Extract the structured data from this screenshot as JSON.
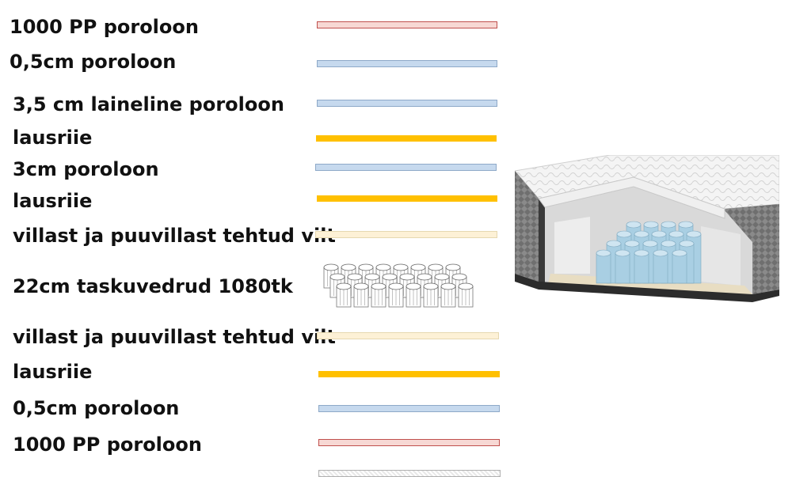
{
  "layers": [
    {
      "label": "1000 PP poroloon",
      "type": "pp"
    },
    {
      "label": "0,5cm poroloon",
      "type": "foam"
    },
    {
      "label": "3,5 cm laineline poroloon",
      "type": "foam"
    },
    {
      "label": "lausriie",
      "type": "jute"
    },
    {
      "label": "3cm poroloon",
      "type": "foam"
    },
    {
      "label": "lausriie",
      "type": "jute"
    },
    {
      "label": "villast ja puuvillast tehtud vilt",
      "type": "felt"
    },
    {
      "label": "22cm taskuvedrud 1080tk",
      "type": "springs"
    },
    {
      "label": "villast ja puuvillast tehtud vilt",
      "type": "felt"
    },
    {
      "label": "lausriie",
      "type": "jute"
    },
    {
      "label": "0,5cm poroloon",
      "type": "foam"
    },
    {
      "label": "1000 PP poroloon",
      "type": "pp"
    }
  ],
  "colors": {
    "pp_fill": "#f7d8d4",
    "pp_border": "#c0504d",
    "foam_fill": "#c6d9ee",
    "jute": "#ffc000",
    "felt": "#fdf1d6",
    "spring_blue": "#a9cfe3"
  },
  "image": {
    "subject": "mattress-cross-section",
    "icon": "mattress-cutaway-icon"
  }
}
